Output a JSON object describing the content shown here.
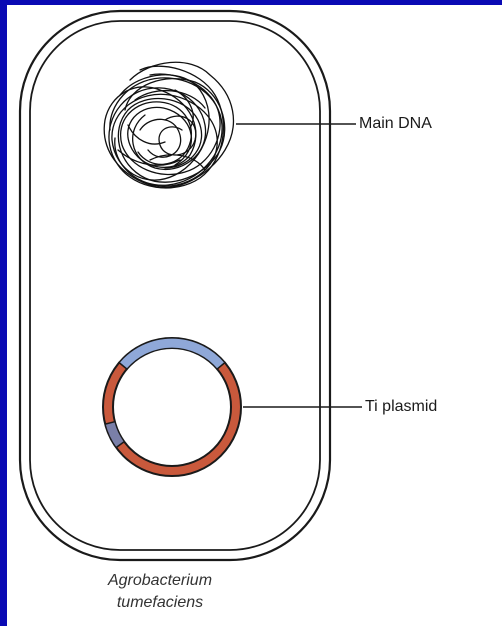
{
  "labels": {
    "main_dna": "Main DNA",
    "ti_plasmid": "Ti plasmid"
  },
  "caption": {
    "line1": "Agrobacterium",
    "line2": "tumefaciens"
  },
  "colors": {
    "frame_border": "#0a0ab4",
    "plasmid_main": "#c9593c",
    "plasmid_segment_top": "#8fa8d8",
    "plasmid_segment_small": "#7a7fa8",
    "outline": "#1a1a1a"
  }
}
